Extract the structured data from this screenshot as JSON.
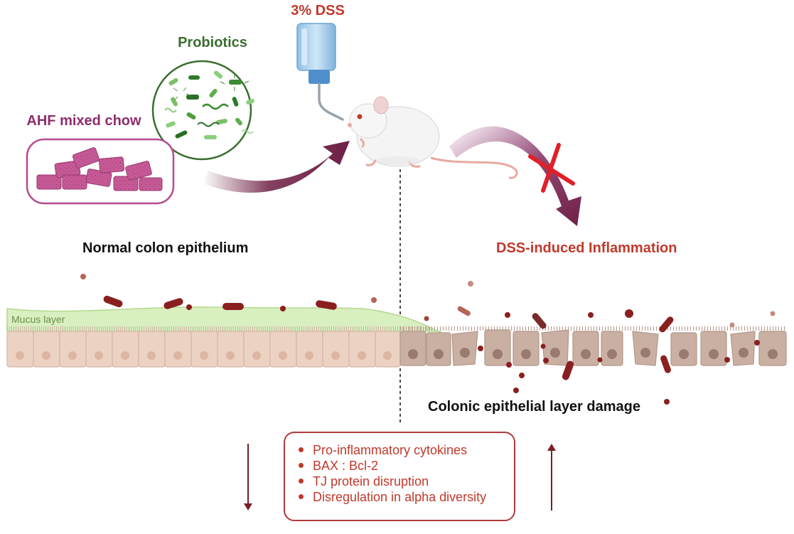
{
  "labels": {
    "dss": "3% DSS",
    "probiotics": "Probiotics",
    "ahf_chow": "AHF mixed chow",
    "normal_epithelium": "Normal colon epithelium",
    "inflammation": "DSS-induced Inflammation",
    "mucus_layer": "Mucus layer",
    "damage": "Colonic epithelial layer damage"
  },
  "outcomes": [
    "Pro-inflammatory cytokines",
    "BAX : Bcl-2",
    "TJ protein disruption",
    "Disregulation in alpha diversity"
  ],
  "colors": {
    "red_text": "#c0392b",
    "probiotic_green": "#3a6e2f",
    "chow_purple": "#8e2d6b",
    "arrow_maroon": "#6e1f45",
    "blood": "#8a1f1f",
    "cross_red": "#e0202a",
    "mucus": "#d8efc0",
    "cell_normal": "#ecd2c3",
    "cell_damaged": "#c9b0a3"
  }
}
